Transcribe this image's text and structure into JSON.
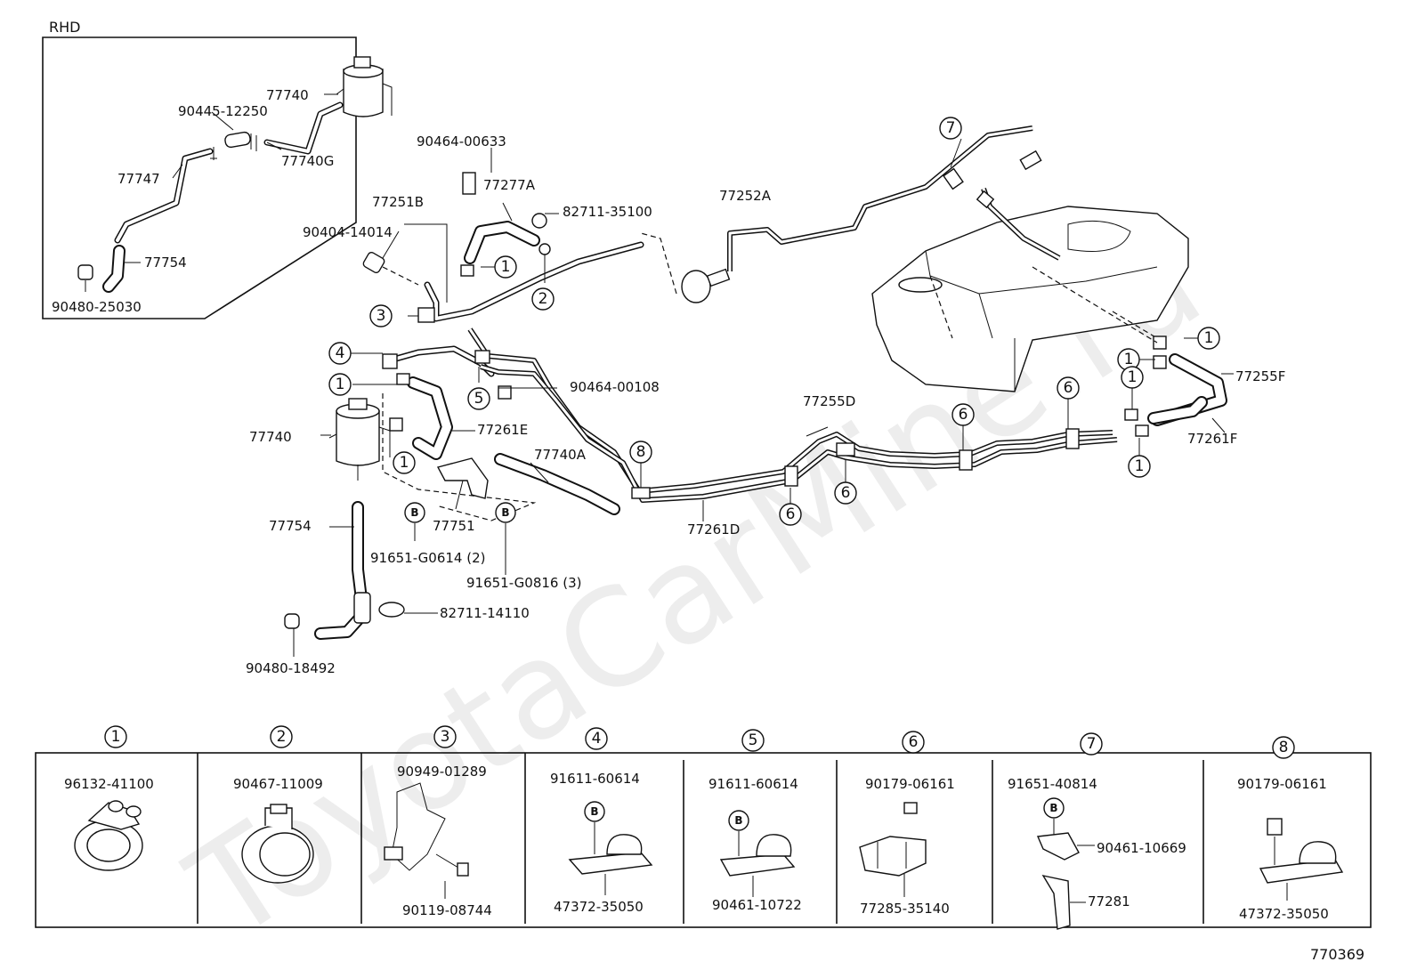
{
  "diagram_id": "770369",
  "rhd_label": "RHD",
  "watermark": "ToyotaCarMine.ru",
  "b_marker": "B",
  "callouts": {
    "c1": "1",
    "c2": "2",
    "c3": "3",
    "c4": "4",
    "c5": "5",
    "c6": "6",
    "c7": "7",
    "c8": "8"
  },
  "parts": {
    "p77740_inset": "77740",
    "p90445_12250": "90445-12250",
    "p77740G": "77740G",
    "p77747": "77747",
    "p77754_inset": "77754",
    "p90480_25030": "90480-25030",
    "p90464_00633": "90464-00633",
    "p77277A": "77277A",
    "p82711_35100": "82711-35100",
    "p77251B": "77251B",
    "p90404_14014": "90404-14014",
    "p77252A": "77252A",
    "p90464_00108": "90464-00108",
    "p77255D": "77255D",
    "p77255F": "77255F",
    "p77261F": "77261F",
    "p77740": "77740",
    "p77261E": "77261E",
    "p77740A": "77740A",
    "p77261D": "77261D",
    "p77751": "77751",
    "p91651_G0614": "91651-G0614 (2)",
    "p91651_G0816": "91651-G0816 (3)",
    "p77754": "77754",
    "p82711_14110": "82711-14110",
    "p90480_18492": "90480-18492"
  },
  "legend": [
    {
      "num": "1",
      "labels": [
        "96132-41100"
      ]
    },
    {
      "num": "2",
      "labels": [
        "90467-11009"
      ]
    },
    {
      "num": "3",
      "labels": [
        "90949-01289",
        "90119-08744"
      ]
    },
    {
      "num": "4",
      "labels": [
        "91611-60614",
        "47372-35050"
      ]
    },
    {
      "num": "5",
      "labels": [
        "91611-60614",
        "90461-10722"
      ]
    },
    {
      "num": "6",
      "labels": [
        "90179-06161",
        "77285-35140"
      ]
    },
    {
      "num": "7",
      "labels": [
        "91651-40814",
        "90461-10669",
        "77281"
      ]
    },
    {
      "num": "8",
      "labels": [
        "90179-06161",
        "47372-35050"
      ]
    }
  ]
}
